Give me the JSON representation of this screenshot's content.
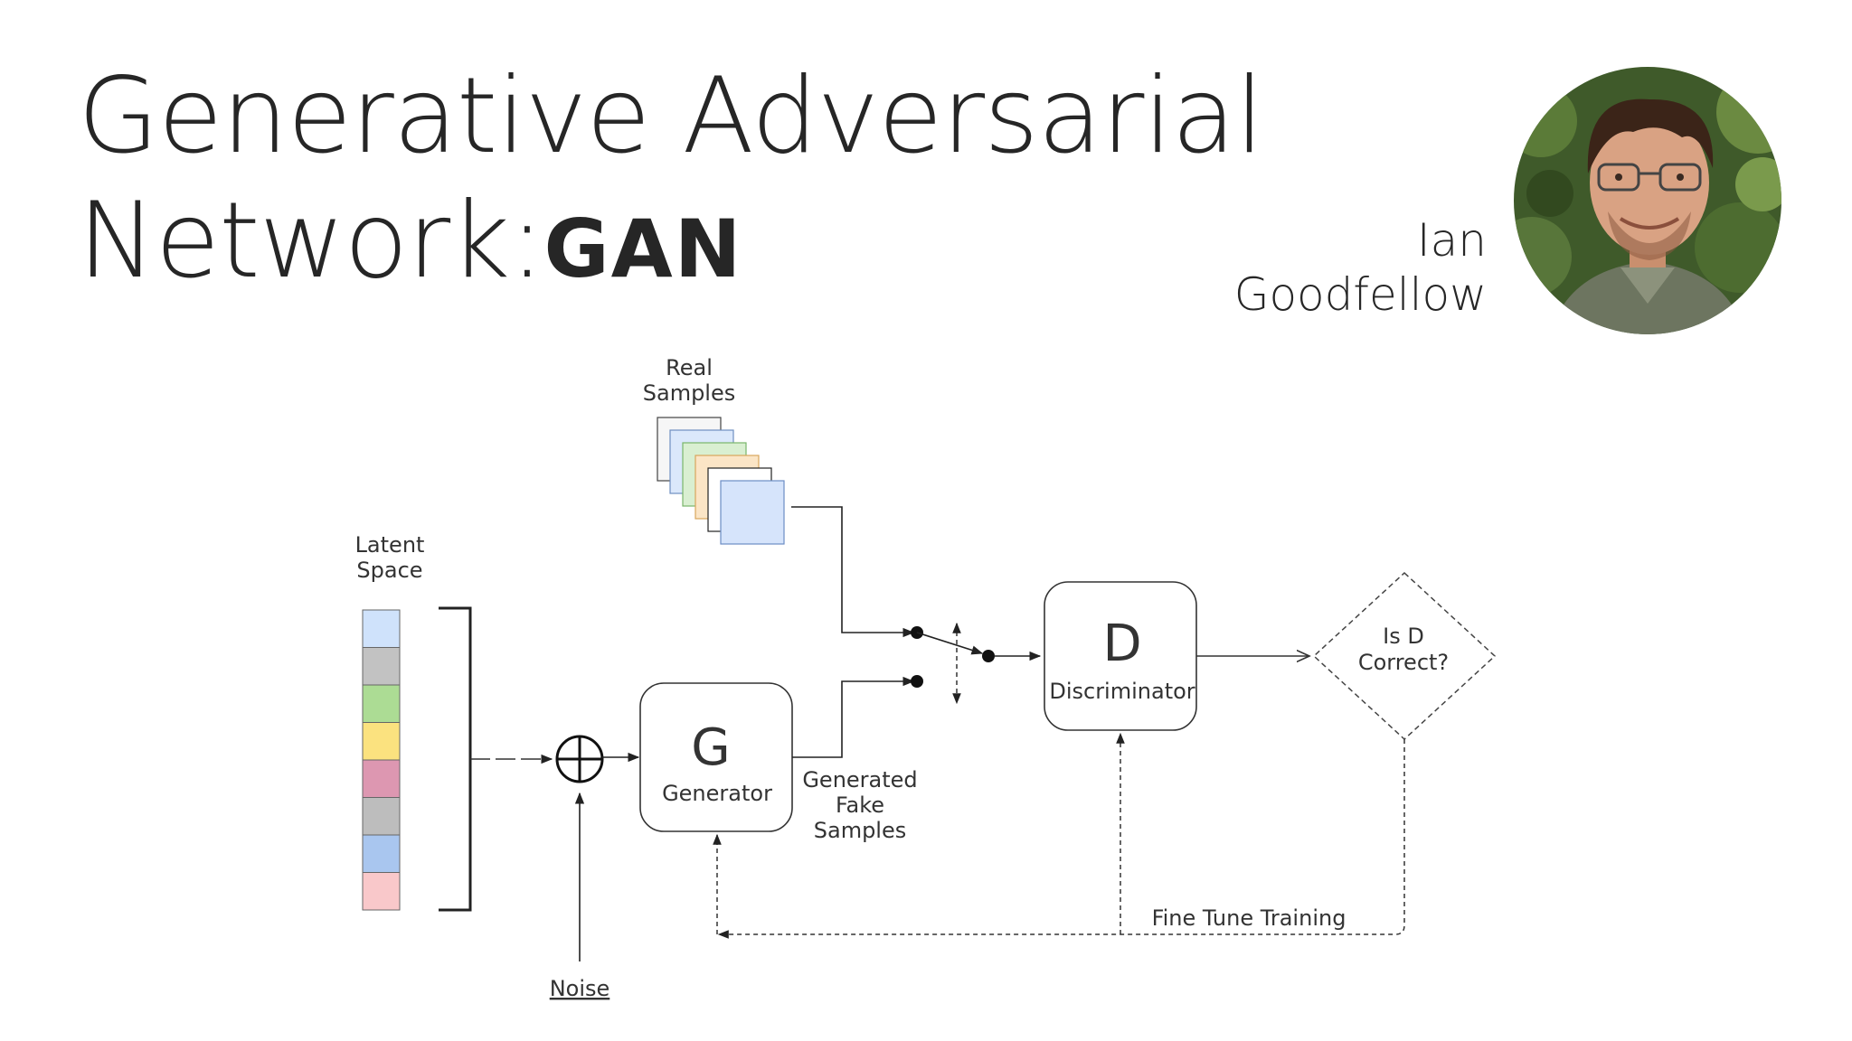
{
  "slide": {
    "title_line1": "Generative Adversarial",
    "title_line2_prefix": "Network",
    "title_separator": ":",
    "title_abbrev": "GAN",
    "person_first": "Ian",
    "person_last": "Goodfellow"
  },
  "diagram": {
    "latent_space_label_line1": "Latent",
    "latent_space_label_line2": "Space",
    "latent_cells": [
      "#cfe2fb",
      "#c2c2c2",
      "#acdc94",
      "#fbe27f",
      "#dd97b1",
      "#bdbdbd",
      "#a9c6ef",
      "#f9c8ca"
    ],
    "real_samples_label_line1": "Real",
    "real_samples_label_line2": "Samples",
    "noise_label": "Noise",
    "generator_letter": "G",
    "generator_label": "Generator",
    "fake_samples_label_line1": "Generated",
    "fake_samples_label_line2": "Fake",
    "fake_samples_label_line3": "Samples",
    "discriminator_letter": "D",
    "discriminator_label": "Discriminator",
    "decision_line1": "Is D",
    "decision_line2": "Correct?",
    "feedback_label": "Fine Tune Training"
  }
}
